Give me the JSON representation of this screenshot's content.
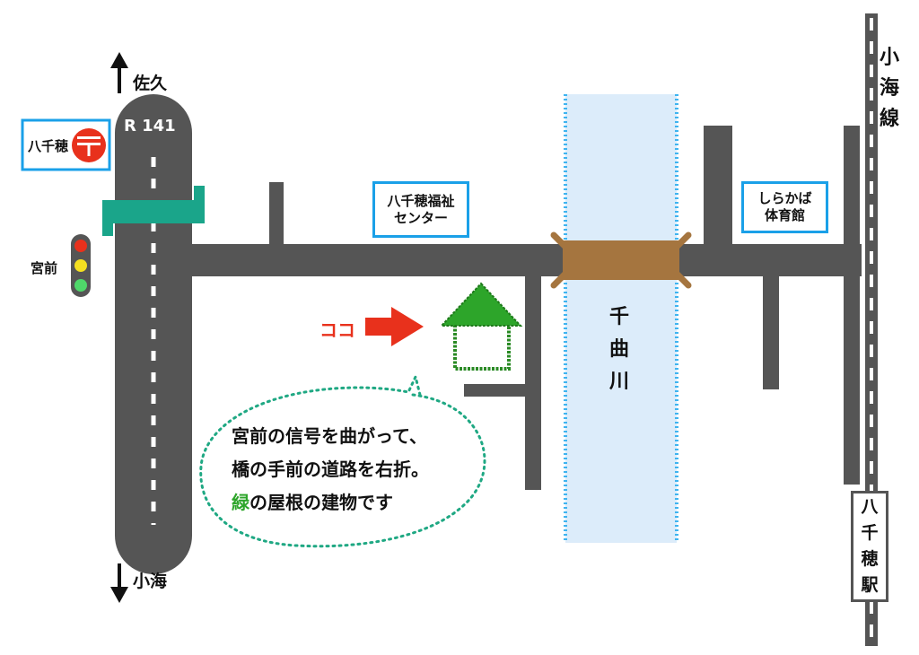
{
  "colors": {
    "road": "#555555",
    "river": "#dcecfa",
    "river_edge": "#3fb4f0",
    "bridge": "#a5753f",
    "green_roof": "#2da52a",
    "arrow_red": "#e8311c",
    "label_border": "#1aa0e8",
    "bubble_border": "#1fa883",
    "overpass": "#1aa58a"
  },
  "route": {
    "number": "R 141"
  },
  "directions": {
    "north": "佐久",
    "south": "小海"
  },
  "post_office": {
    "label": "八千穂"
  },
  "signal": {
    "label": "宮前"
  },
  "welfare_center": {
    "line1": "八千穂福祉",
    "line2": "センター"
  },
  "gym": {
    "line1": "しらかば",
    "line2": "体育館"
  },
  "river": {
    "chars": [
      "千",
      "曲",
      "川"
    ]
  },
  "railway": {
    "chars": [
      "小",
      "海",
      "線"
    ]
  },
  "station": {
    "chars": [
      "八",
      "千",
      "穂",
      "駅"
    ]
  },
  "here_label": "ココ",
  "callout": {
    "line1": "宮前の信号を曲がって、",
    "line2": "橋の手前の道路を右折。",
    "line3_highlight": "緑",
    "line3_rest": "の屋根の建物です"
  },
  "icons": [
    "arrow-up-icon",
    "arrow-down-icon",
    "post-office-icon",
    "traffic-light-icon",
    "house-icon",
    "arrow-right-icon"
  ]
}
